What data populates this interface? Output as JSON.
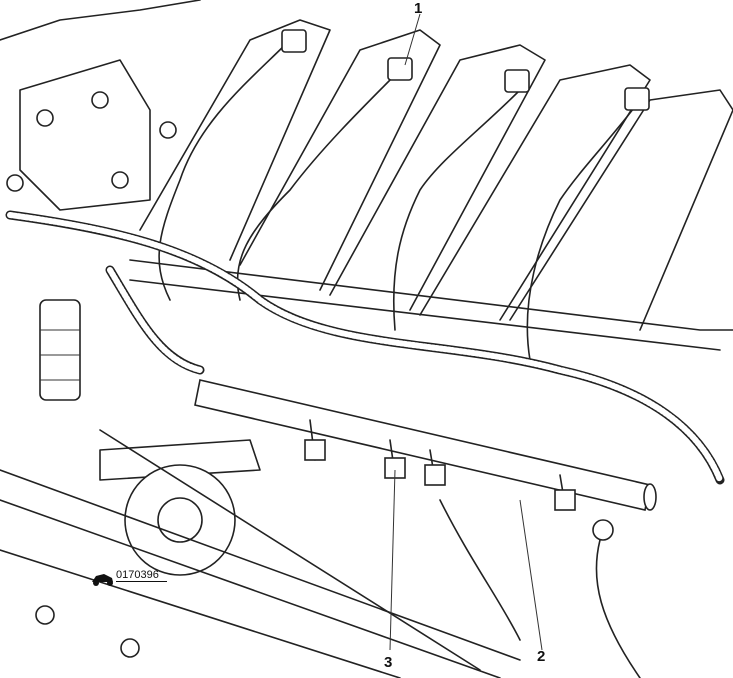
{
  "callouts": {
    "c1": "1",
    "c2": "2",
    "c3": "3"
  },
  "figure_code": "0170396",
  "icons": {
    "code_badge": "car-icon"
  }
}
